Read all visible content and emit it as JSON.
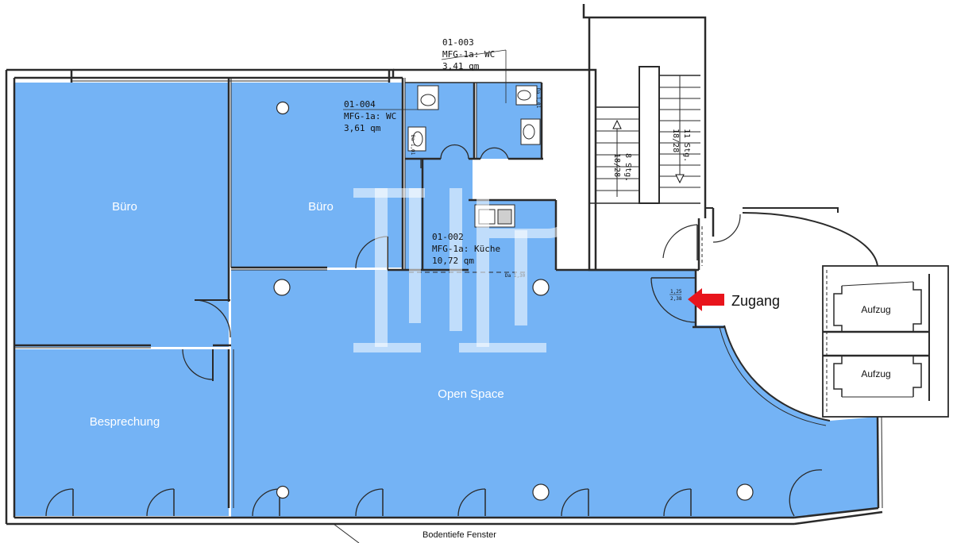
{
  "rooms": {
    "buero_left": "Büro",
    "buero_mid": "Büro",
    "besprechung": "Besprechung",
    "open_space": "Open Space"
  },
  "wc_a": {
    "id": "01-003",
    "type": "MFG-1a: WC",
    "area": "3,41 qm"
  },
  "wc_b": {
    "id": "01-004",
    "type": "MFG-1a: WC",
    "area": "3,61 qm"
  },
  "kitchen": {
    "id": "01-002",
    "type": "MFG-1a: Küche",
    "area": "10,72 qm"
  },
  "stairs": {
    "left_steps": "8 Stg.",
    "left_ratio": "18/28",
    "right_steps": "11 Stg.",
    "right_ratio": "18/28"
  },
  "door_tag": {
    "top": "1,25",
    "bottom": "2,38"
  },
  "wall_tags": [
    "Da 1,01",
    "Da 1,01",
    "Da 1,30"
  ],
  "elevators": [
    "Aufzug",
    "Aufzug"
  ],
  "entrance_label": "Zugang",
  "window_caption": "Bodentiefe Fenster",
  "colors": {
    "floor": "#74b3f5",
    "wall": "#2a2a2a",
    "arrow": "#e8141c",
    "watermark": "#ffffff"
  },
  "icons": [
    "entrance-arrow-icon",
    "toilet-icon",
    "sink-icon",
    "column-icon",
    "hp-logo-watermark"
  ]
}
